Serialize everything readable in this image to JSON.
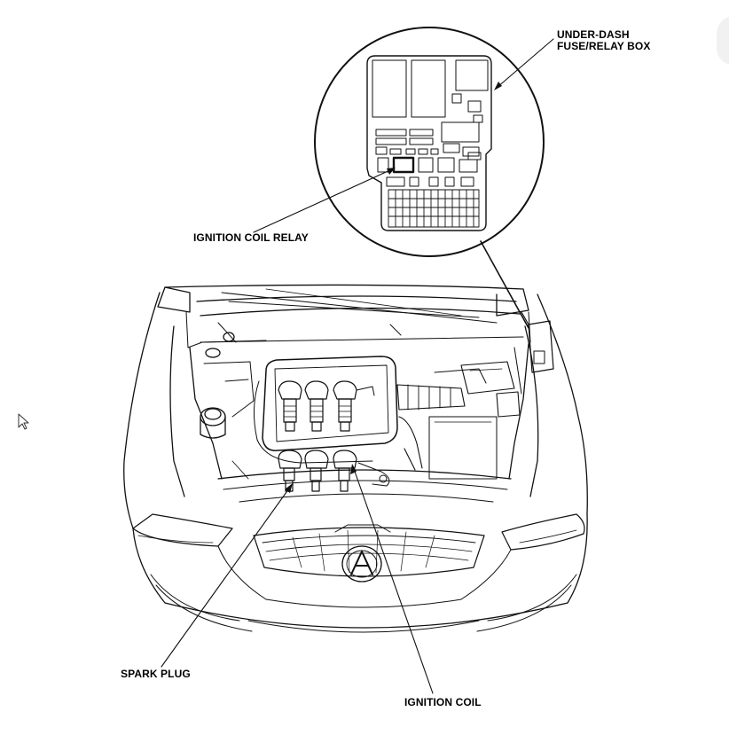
{
  "labels": {
    "fuse_box_line1": "UNDER-DASH",
    "fuse_box_line2": "FUSE/RELAY BOX",
    "ignition_coil_relay": "IGNITION COIL RELAY",
    "spark_plug": "SPARK PLUG",
    "ignition_coil": "IGNITION COIL"
  },
  "icons": {
    "cursor": "mouse-pointer-icon",
    "logo": "acura-logo-icon"
  }
}
